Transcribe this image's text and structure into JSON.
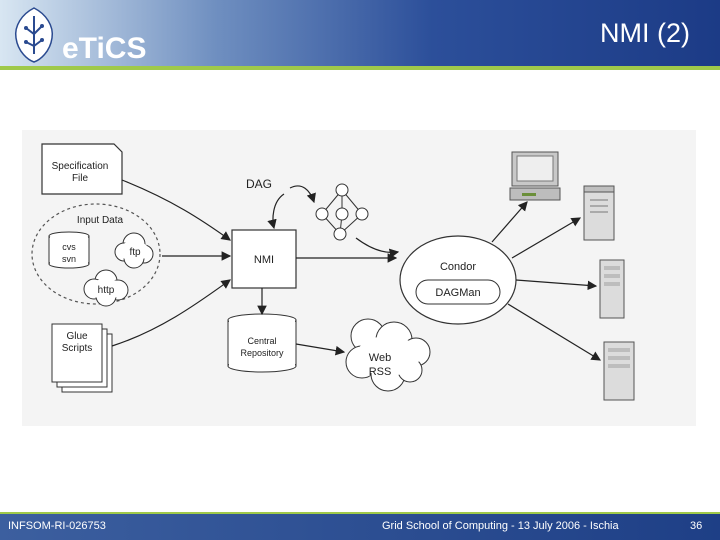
{
  "header": {
    "title": "NMI (2)",
    "logo_text": "eTiCS"
  },
  "diagram": {
    "spec_file": [
      "Specification",
      "File"
    ],
    "input_data": "Input Data",
    "cvs": "cvs",
    "svn": "svn",
    "ftp": "ftp",
    "http": "http",
    "glue": [
      "Glue",
      "Scripts"
    ],
    "dag": "DAG",
    "nmi": "NMI",
    "central": [
      "Central",
      "Repository"
    ],
    "web": "Web",
    "rss": "RSS",
    "condor": "Condor",
    "dagman": "DAGMan"
  },
  "footer": {
    "left": "INFSOM-RI-026753",
    "center": "Grid School of Computing - 13 July 2006 - Ischia",
    "page": "36"
  },
  "colors": {
    "header_blue": "#1c3b86",
    "accent_green": "#9fc94a"
  }
}
